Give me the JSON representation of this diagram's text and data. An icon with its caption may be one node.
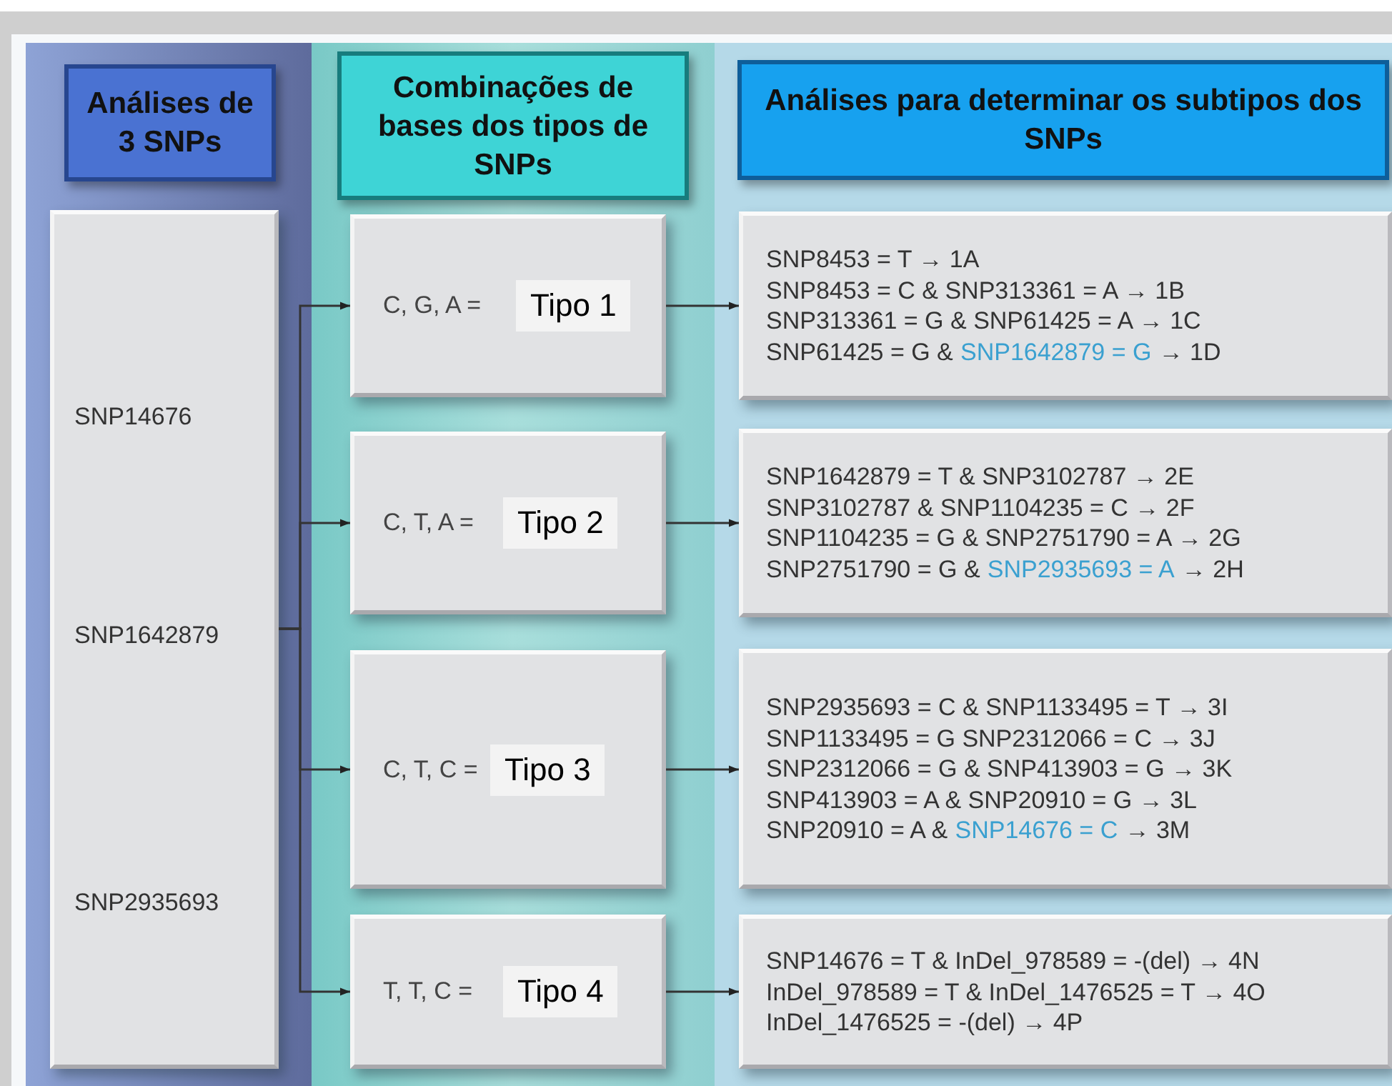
{
  "diagram": {
    "nodes": [
      {
        "text": [
          "Análises de 3 SNPs"
        ]
      },
      {
        "text": [
          "Combinações de bases dos  tipos de SNPs"
        ]
      },
      {
        "text": [
          "Análises para determinar os subtipos dos SNPs"
        ]
      },
      {
        "text": [
          "SNP14676",
          "SNP1642879",
          "SNP2935693"
        ]
      },
      {
        "text": [
          "C, G, A =",
          "Tipo 1"
        ]
      },
      {
        "text": [
          "C, T, A =",
          "Tipo 2"
        ]
      },
      {
        "text": [
          "C, T, C =",
          "Tipo 3"
        ]
      },
      {
        "text": [
          "T, T, C =",
          "Tipo 4"
        ]
      },
      {
        "text": [
          "SNP8453 = T → 1A",
          "SNP8453 = C & SNP313361 = A → 1B",
          "SNP313361 = G & SNP61425 = A  → 1C",
          "SNP61425 = G &",
          "SNP1642879 = G",
          "→ 1D"
        ]
      },
      {
        "text": [
          "SNP1642879 = T & SNP3102787  → 2E",
          "SNP3102787 & SNP1104235 = C → 2F",
          "SNP1104235 = G & SNP2751790 = A → 2G",
          "SNP2751790 = G &",
          "SNP2935693 = A",
          "→ 2H"
        ]
      },
      {
        "text": [
          "SNP2935693 = C & SNP1133495 = T → 3I",
          "SNP1133495 = G  SNP2312066 = C → 3J",
          "SNP2312066 = G & SNP413903 = G → 3K",
          "SNP413903 = A & SNP20910 = G → 3L",
          "SNP20910 = A &",
          "SNP14676 = C",
          "→ 3M"
        ]
      },
      {
        "text": [
          "SNP14676 = T & InDel_978589 = -(del) → 4N",
          "InDel_978589 = T & InDel_1476525 = T → 4O",
          "InDel_1476525 = -(del) → 4P"
        ]
      }
    ],
    "edges": [
      {
        "from": 3,
        "to": 4,
        "arrow": "to"
      },
      {
        "from": 3,
        "to": 5,
        "arrow": "to"
      },
      {
        "from": 3,
        "to": 6,
        "arrow": "to"
      },
      {
        "from": 3,
        "to": 7,
        "arrow": "to"
      },
      {
        "from": 4,
        "to": 8,
        "arrow": "to"
      },
      {
        "from": 5,
        "to": 9,
        "arrow": "to"
      },
      {
        "from": 6,
        "to": 10,
        "arrow": "to"
      },
      {
        "from": 7,
        "to": 11,
        "arrow": "to"
      }
    ]
  }
}
